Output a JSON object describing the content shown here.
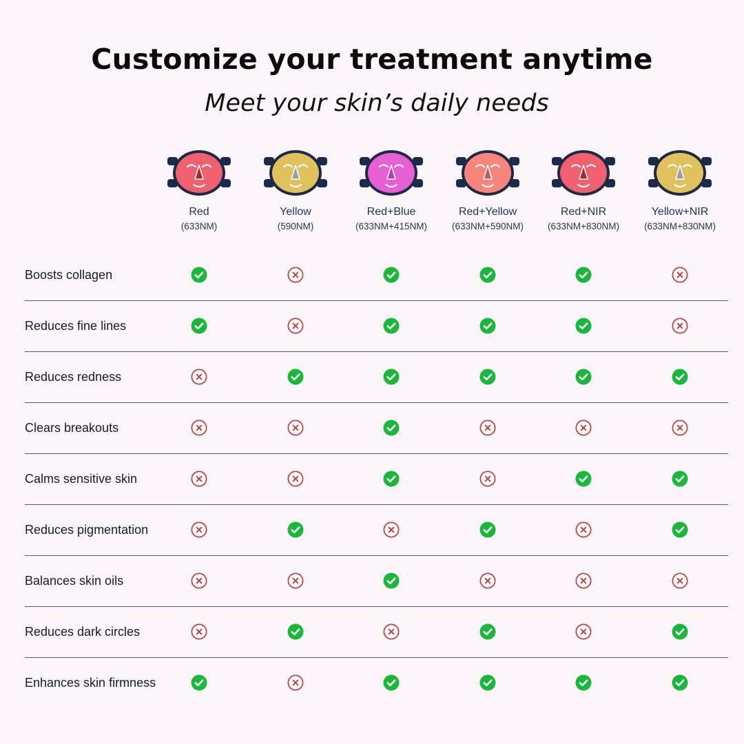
{
  "header": {
    "title": "Customize your treatment anytime",
    "subtitle": "Meet your skin’s daily needs"
  },
  "colors": {
    "check": "#19b83a",
    "cross": "#c53a3a",
    "text": "#141a33",
    "strap": "#1c2a4a",
    "divider": "#5a5270"
  },
  "modes": [
    {
      "name": "Red",
      "wavelength": "(633NM)",
      "face_color": "#f0606e",
      "nose_color": "#b51e2c"
    },
    {
      "name": "Yellow",
      "wavelength": "(590NM)",
      "face_color": "#e0c25c",
      "nose_color": "#9a9aa8"
    },
    {
      "name": "Red+Blue",
      "wavelength": "(633NM+415NM)",
      "face_color": "#e65fd3",
      "nose_color": "#b83ab0"
    },
    {
      "name": "Red+Yellow",
      "wavelength": "(633NM+590NM)",
      "face_color": "#f7857c",
      "nose_color": "#c8585a"
    },
    {
      "name": "Red+NIR",
      "wavelength": "(633NM+830NM)",
      "face_color": "#f0606e",
      "nose_color": "#b51e2c"
    },
    {
      "name": "Yellow+NIR",
      "wavelength": "(633NM+830NM)",
      "face_color": "#e0c25c",
      "nose_color": "#9a9aa8"
    }
  ],
  "benefits": [
    {
      "label": "Boosts collagen",
      "values": [
        true,
        false,
        true,
        true,
        true,
        false
      ]
    },
    {
      "label": "Reduces fine lines",
      "values": [
        true,
        false,
        true,
        true,
        true,
        false
      ]
    },
    {
      "label": "Reduces redness",
      "values": [
        false,
        true,
        true,
        true,
        true,
        true
      ]
    },
    {
      "label": "Clears breakouts",
      "values": [
        false,
        false,
        true,
        false,
        false,
        false
      ]
    },
    {
      "label": "Calms sensitive skin",
      "values": [
        false,
        false,
        true,
        false,
        true,
        true
      ]
    },
    {
      "label": "Reduces pigmentation",
      "values": [
        false,
        true,
        false,
        true,
        false,
        true
      ]
    },
    {
      "label": "Balances skin oils",
      "values": [
        false,
        false,
        true,
        false,
        false,
        false
      ]
    },
    {
      "label": "Reduces dark circles",
      "values": [
        false,
        true,
        false,
        true,
        false,
        true
      ]
    },
    {
      "label": "Enhances skin firmness",
      "values": [
        true,
        false,
        true,
        true,
        true,
        true
      ]
    }
  ]
}
